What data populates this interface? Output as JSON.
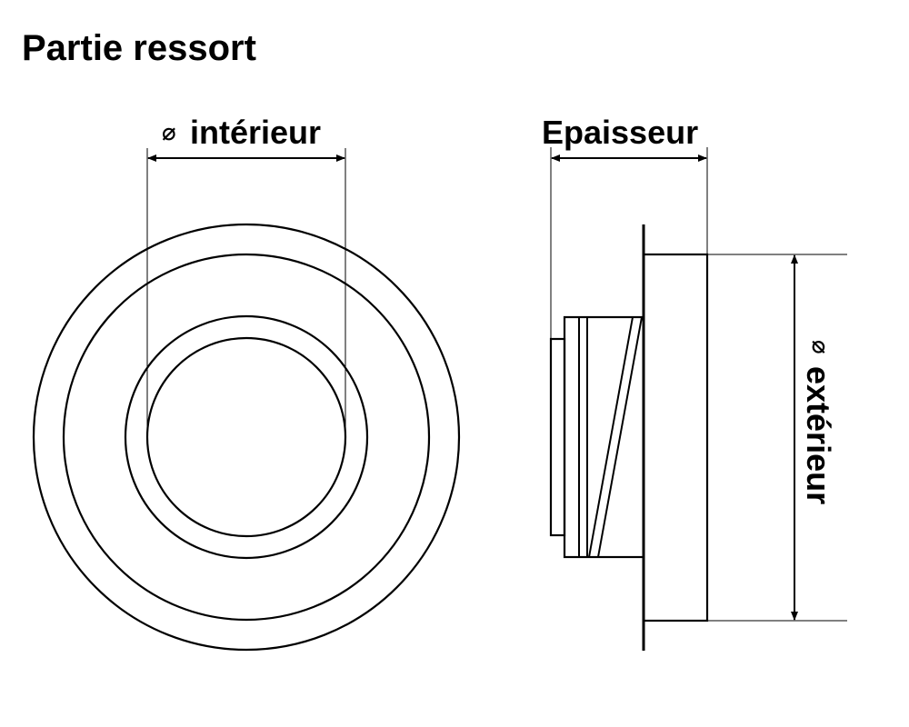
{
  "title": "Partie ressort",
  "labels": {
    "diameter_symbol": "⌀",
    "inner_diameter": "intérieur",
    "thickness": "Epaisseur",
    "outer_diameter": "extérieur"
  },
  "colors": {
    "line": "#000000",
    "background": "#ffffff"
  }
}
